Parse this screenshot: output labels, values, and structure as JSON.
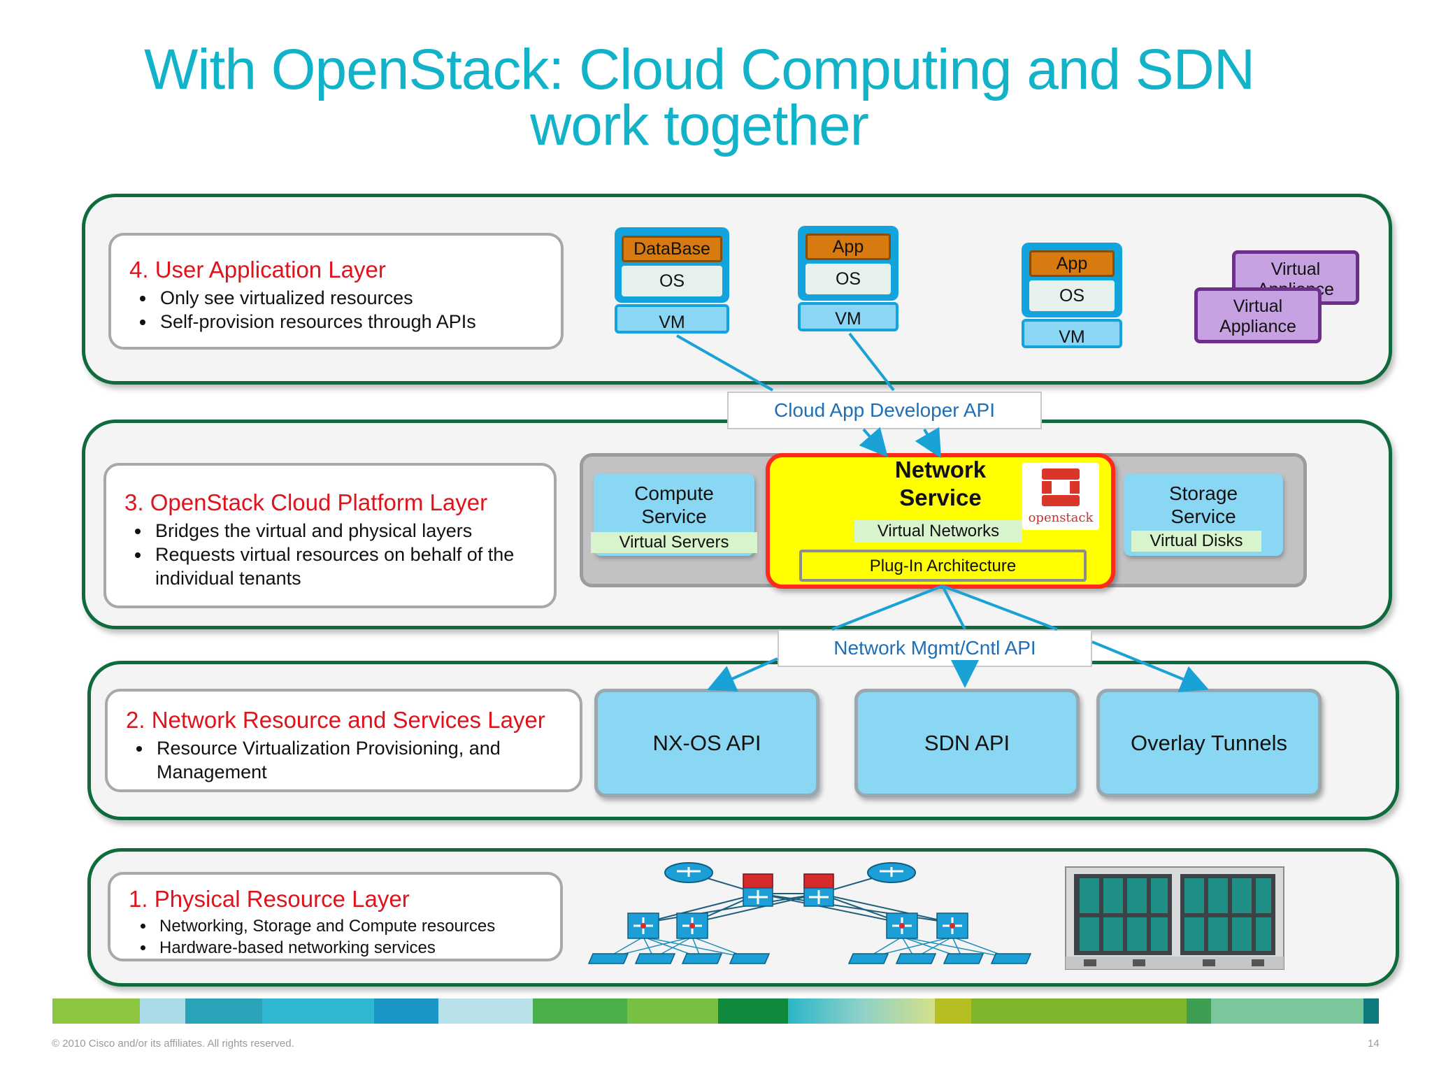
{
  "title_line1": "With OpenStack: Cloud Computing and SDN",
  "title_line2": "work together",
  "layer4": {
    "heading": "4. User Application Layer",
    "bullets": [
      "Only see virtualized resources",
      "Self-provision resources through APIs"
    ],
    "stacks": [
      {
        "top": "DataBase",
        "os": "OS",
        "vm": "VM"
      },
      {
        "top": "App",
        "os": "OS",
        "vm": "VM"
      },
      {
        "top": "App",
        "os": "OS",
        "vm": "VM"
      }
    ],
    "appliance_back": "Virtual Appliance",
    "appliance_front_line1": "Virtual",
    "appliance_front_line2": "Appliance"
  },
  "cloud_api": "Cloud App Developer API",
  "layer3": {
    "heading": "3. OpenStack Cloud Platform Layer",
    "bullets": [
      "Bridges the virtual and physical layers",
      "Requests virtual resources on behalf of the individual tenants"
    ],
    "compute_line1": "Compute",
    "compute_line2": "Service",
    "compute_label": "Virtual Servers",
    "network_line1": "Network",
    "network_line2": "Service",
    "network_label": "Virtual Networks",
    "plugin_label": "Plug-In Architecture",
    "openstack_logo_text": "openstack",
    "storage_line1": "Storage",
    "storage_line2": "Service",
    "storage_label": "Virtual Disks"
  },
  "network_api": "Network Mgmt/Cntl API",
  "layer2": {
    "heading": "2. Network Resource and Services Layer",
    "bullets": [
      "Resource Virtualization Provisioning, and Management"
    ],
    "apis": [
      "NX-OS API",
      "SDN API",
      "Overlay Tunnels"
    ]
  },
  "layer1": {
    "heading": "1. Physical Resource Layer",
    "bullets": [
      "Networking, Storage and Compute resources",
      "Hardware-based networking services"
    ]
  },
  "colors": {
    "title": "#12b3c8",
    "layer_border": "#0f6b3c",
    "heading_red": "#e0121b",
    "vm_blue": "#13a3dd",
    "network_yellow": "#ffff00",
    "network_border": "#ff2a1a",
    "api_text": "#1d6fb8"
  },
  "footer": "© 2010 Cisco and/or its affiliates. All rights reserved.",
  "page_number": "14"
}
